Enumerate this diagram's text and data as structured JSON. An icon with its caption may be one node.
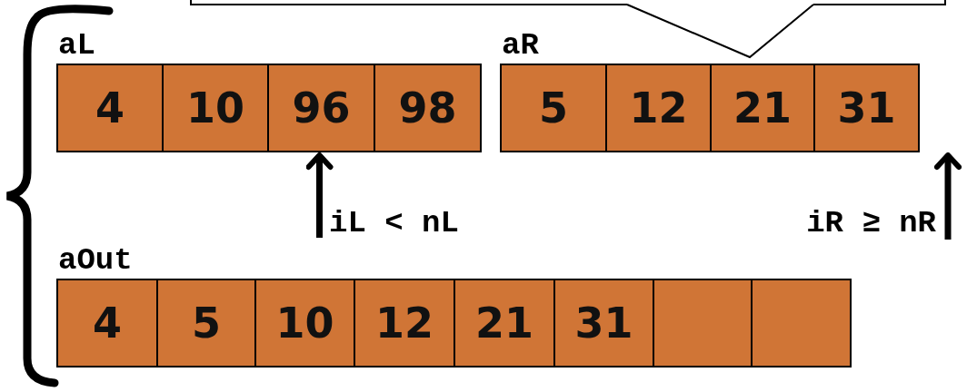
{
  "diagram": {
    "nodes": [
      {
        "text": [],
        "shape": "callout"
      },
      {
        "text": [
          "aL"
        ]
      },
      {
        "text": [
          "4"
        ],
        "in": 1
      },
      {
        "text": [
          "10"
        ],
        "in": 1
      },
      {
        "text": [
          "96"
        ],
        "in": 1
      },
      {
        "text": [
          "98"
        ],
        "in": 1
      },
      {
        "text": [
          "aR"
        ]
      },
      {
        "text": [
          "5"
        ],
        "in": 6
      },
      {
        "text": [
          "12"
        ],
        "in": 6
      },
      {
        "text": [
          "21"
        ],
        "in": 6
      },
      {
        "text": [
          "31"
        ],
        "in": 6
      },
      {
        "text": [
          "aOut"
        ]
      },
      {
        "text": [
          "4"
        ],
        "in": 11
      },
      {
        "text": [
          "5"
        ],
        "in": 11
      },
      {
        "text": [
          "10"
        ],
        "in": 11
      },
      {
        "text": [
          "12"
        ],
        "in": 11
      },
      {
        "text": [
          "21"
        ],
        "in": 11
      },
      {
        "text": [
          "31"
        ],
        "in": 11
      },
      {
        "text": [],
        "shape": "box",
        "in": 11
      },
      {
        "text": [],
        "shape": "box",
        "in": 11
      }
    ],
    "edges": [
      {
        "from": null,
        "to": 4,
        "arrow": "to",
        "label": "iL < nL"
      },
      {
        "from": null,
        "to": 10,
        "arrow": "to",
        "label": "iR ≥ nR"
      }
    ]
  }
}
